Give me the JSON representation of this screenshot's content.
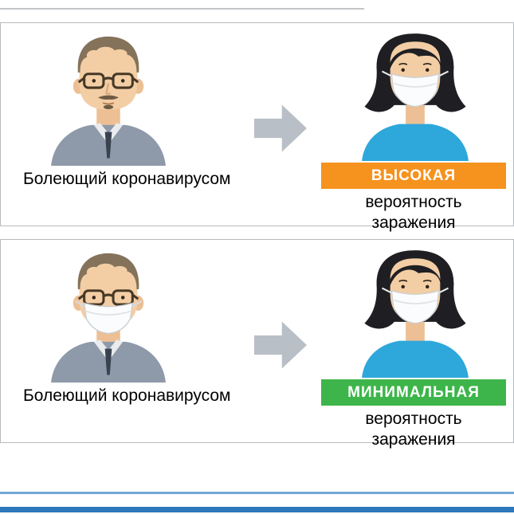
{
  "panels": [
    {
      "id": "high-risk",
      "sick_label": "Болеющий коронавирусом",
      "badge": "ВЫСОКАЯ",
      "badge_style": "background-color:#f6921e",
      "result": "вероятность заражения",
      "sick_person_masked": false
    },
    {
      "id": "minimal-risk",
      "sick_label": "Болеющий коронавирусом",
      "badge": "МИНИМАЛЬНАЯ",
      "badge_style": "background-color:#3db54a",
      "result": "вероятность заражения",
      "sick_person_masked": true
    }
  ],
  "colors": {
    "badge_high": "#f6921e",
    "badge_minimal": "#3db54a",
    "panel_border": "#b7bbbf",
    "arrow": "#b9bfc6",
    "man_shirt": "#8e99a9",
    "woman_shirt": "#2ea7db",
    "skin": "#f3cda4",
    "man_hair": "#84735a",
    "woman_hair": "#1f1f23",
    "mask": "#fbfcfd",
    "footer_line_thin": "#6fa8d6",
    "footer_line_thick": "#2d77bb"
  }
}
